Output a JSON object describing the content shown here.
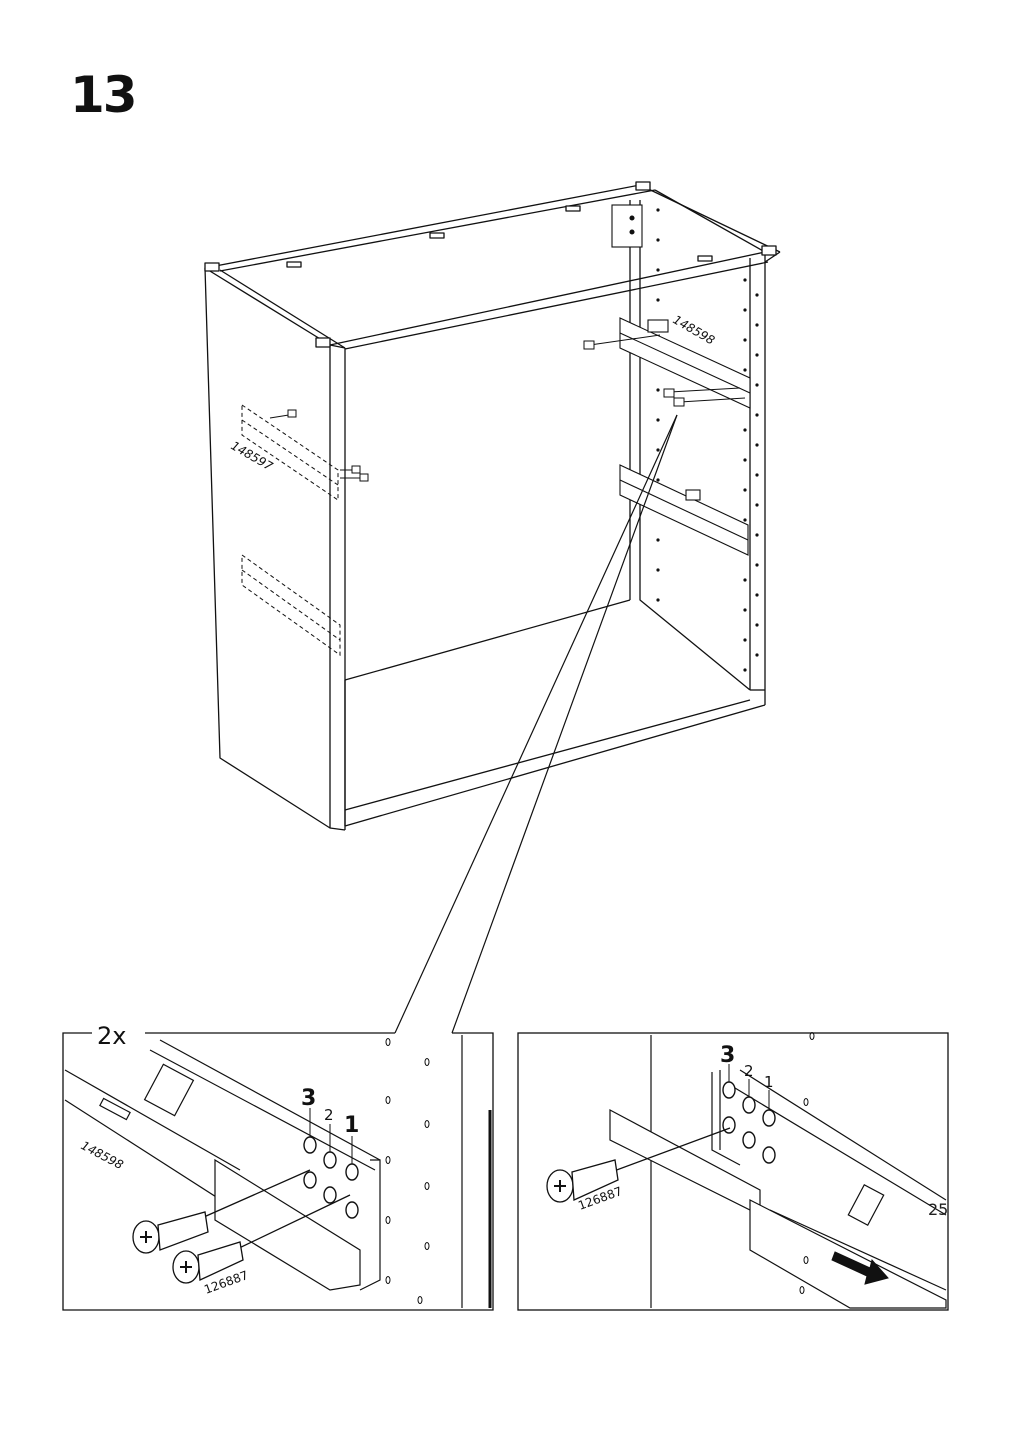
{
  "step": {
    "number": "13"
  },
  "page": {
    "number": "25"
  },
  "overview": {
    "left_part_label": "148597",
    "right_part_label": "148598"
  },
  "detail_left": {
    "quantity_label": "2x",
    "part_label": "148598",
    "screw_label": "126887",
    "hole_labels": [
      "3",
      "2",
      "1"
    ]
  },
  "detail_right": {
    "screw_label": "126887",
    "hole_labels": [
      "3",
      "2",
      "1"
    ]
  }
}
